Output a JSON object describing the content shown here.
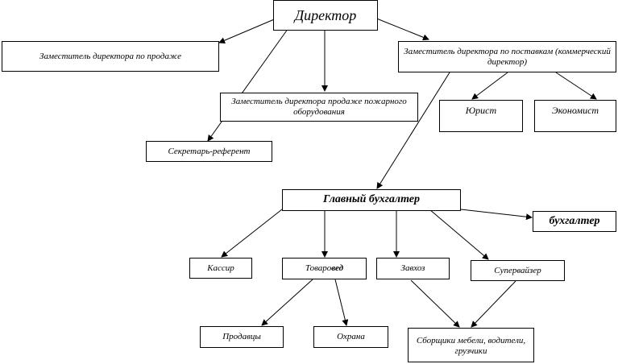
{
  "nodes": {
    "director": "Директор",
    "deputy_sales": "Заместитель директора по продаже",
    "deputy_supply": "Заместитель директора по поставкам (коммерческий директор)",
    "deputy_fire": "Заместитель директора продаже пожарного оборудования",
    "lawyer": "Юрист",
    "economist": "Экономист",
    "secretary": "Секретарь-референт",
    "chief_accountant": "Главный бухгалтер",
    "accountant": "бухгалтер",
    "cashier": "Кассир",
    "merchandiser_a": "Товаро",
    "merchandiser_b": "вед",
    "warehouse": "Завхоз",
    "supervisor": "Супервайзер",
    "sellers": "Продавцы",
    "security": "Охрана",
    "workers": "Сборщики мебели, водители, грузчики"
  }
}
